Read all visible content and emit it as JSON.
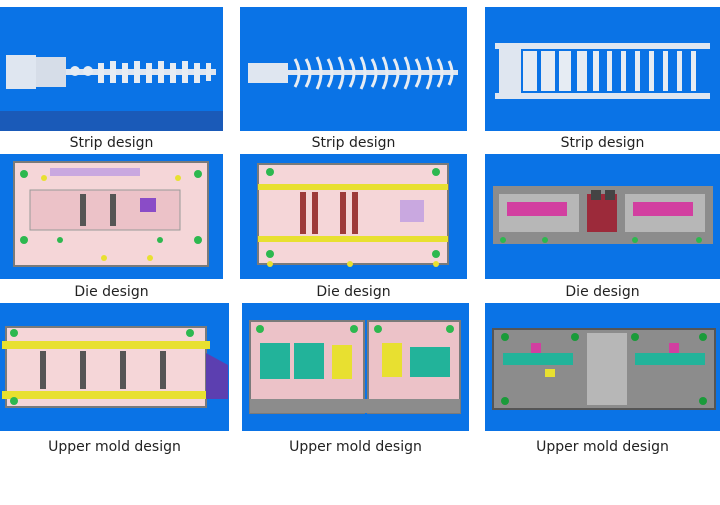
{
  "row1": {
    "caption_1": "Strip design",
    "caption_2": "Strip design",
    "caption_3": "Strip design"
  },
  "row2": {
    "caption_1": "Die design",
    "caption_2": "Die design",
    "caption_3": "Die design"
  },
  "row3": {
    "caption_1": "Upper mold design",
    "caption_2": "Upper mold design",
    "caption_3": "Upper mold design"
  },
  "colors": {
    "tile_background": "#0a73e6",
    "strip_part": "#dfe6f0",
    "die_plate_pink": "#f5d6d8",
    "die_plate_grey": "#8c8c8c",
    "rail_yellow": "#e8e030",
    "insert_green": "#22b39a",
    "insert_magenta": "#d23fa0"
  }
}
